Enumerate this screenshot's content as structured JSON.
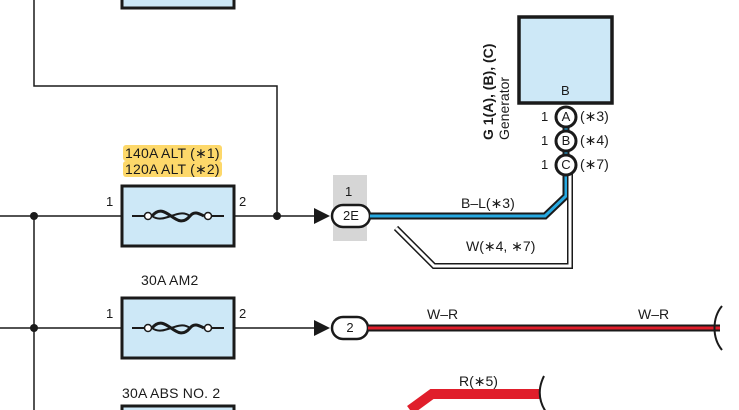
{
  "fuses": {
    "alt": {
      "line1": "140A ALT (∗1)",
      "line2": "120A ALT (∗2)",
      "pin_left": "1",
      "pin_right": "2"
    },
    "am2": {
      "name": "30A AM2",
      "pin_left": "1",
      "pin_right": "2"
    },
    "abs": {
      "name": "30A ABS NO. 2"
    }
  },
  "connectors": {
    "c2e": {
      "pin": "1",
      "label": "2E"
    },
    "c2": {
      "label": "2"
    }
  },
  "generator": {
    "id": "G 1(A), (B), (C)",
    "name": "Generator",
    "terminal": "B",
    "pins": [
      {
        "num": "1",
        "letter": "A",
        "note": "(∗3)"
      },
      {
        "num": "1",
        "letter": "B",
        "note": "(∗4)"
      },
      {
        "num": "1",
        "letter": "C",
        "note": "(∗7)"
      }
    ]
  },
  "wires": {
    "bl": "B–L(∗3)",
    "w": "W(∗4, ∗7)",
    "wr_left": "W–R",
    "wr_right": "W–R",
    "r": "R(∗5)"
  },
  "colors": {
    "box_fill": "#cde8f7",
    "highlight": "#fdd86a",
    "wire_blue": "#27a9e1",
    "wire_red": "#e01e2b",
    "connector_shade": "#d6d6d6"
  }
}
